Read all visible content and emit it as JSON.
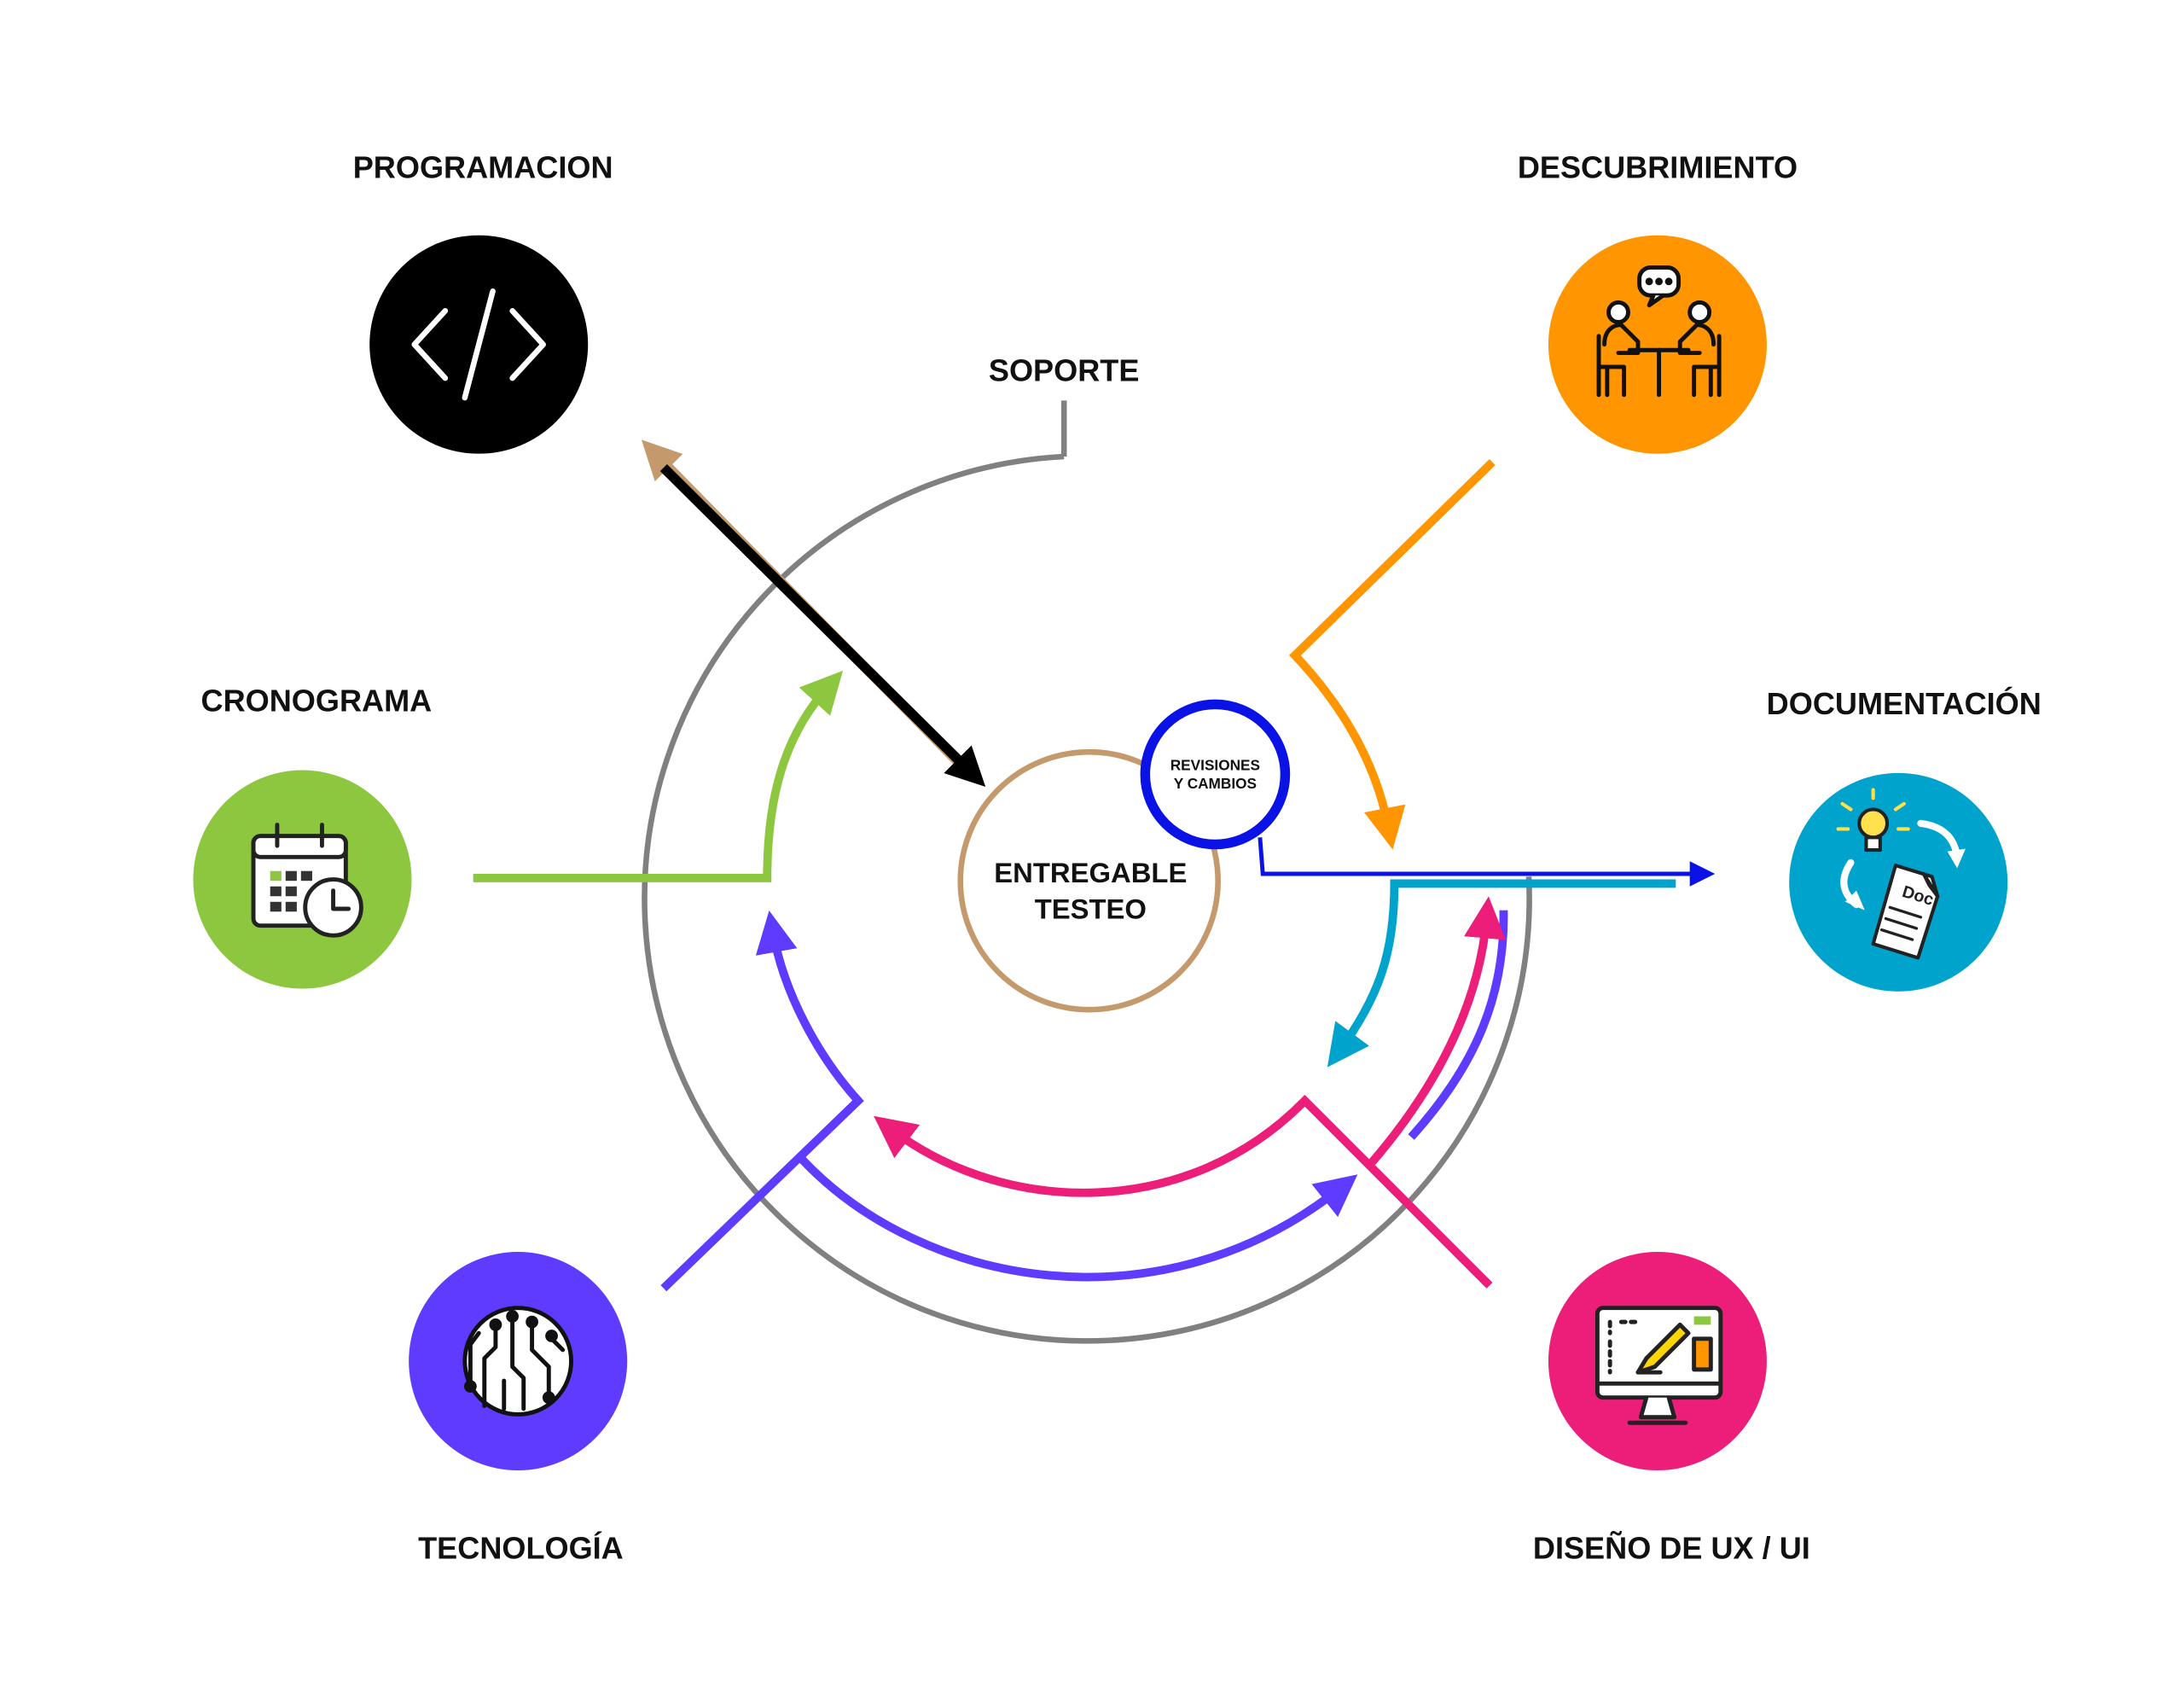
{
  "nodes": {
    "programacion": {
      "label": "PROGRAMACION",
      "color": "#000000",
      "icon": "code-icon"
    },
    "descubrimiento": {
      "label": "DESCUBRIMIENTO",
      "color": "#FF9500",
      "icon": "meeting-icon"
    },
    "cronograma": {
      "label": "CRONOGRAMA",
      "color": "#8DC63F",
      "icon": "calendar-clock-icon"
    },
    "documentacion": {
      "label": "DOCUMENTACIÓN",
      "color": "#00A3CC",
      "icon": "document-idea-icon"
    },
    "tecnologia": {
      "label": "TECNOLOGÍA",
      "color": "#5E3BFF",
      "icon": "circuit-icon"
    },
    "diseno": {
      "label": "DISEÑO DE UX / UI",
      "color": "#EC1E79",
      "icon": "design-monitor-icon"
    }
  },
  "center": {
    "line1": "ENTREGABLE",
    "line2": "TESTEO",
    "color": "#C49A6C"
  },
  "revisiones": {
    "line1": "REVISIONES",
    "line2": "Y CAMBIOS",
    "color": "#0A12E6"
  },
  "soporte": {
    "label": "SOPORTE",
    "color": "#808080"
  },
  "doc_icon_text": "Doc"
}
